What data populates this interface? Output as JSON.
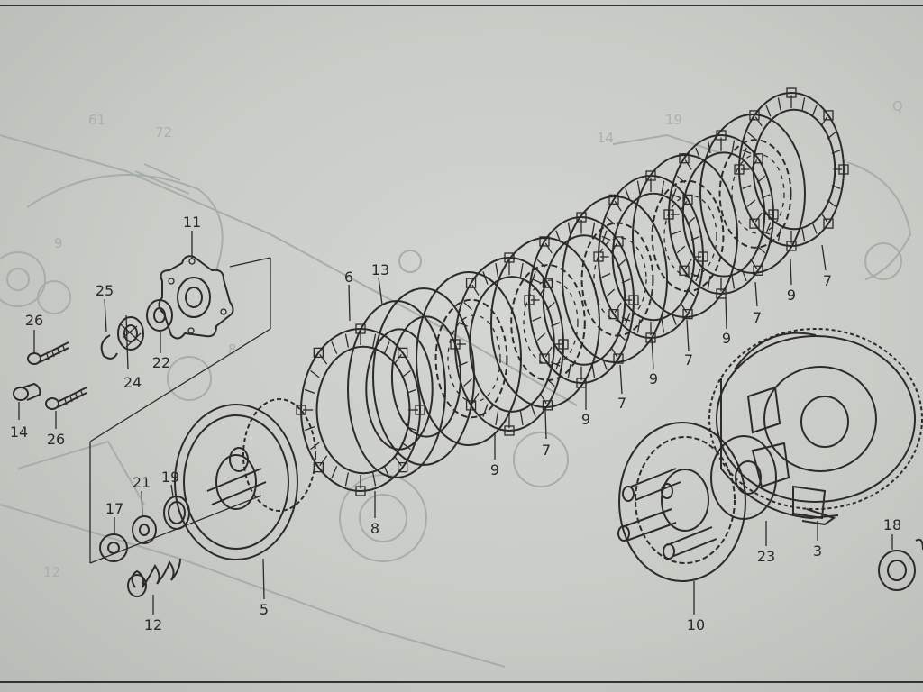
{
  "diagram": {
    "colors": {
      "ink": "#2b2b2b",
      "paper": "#cfd1cc",
      "ghost": "#a6aeaa"
    },
    "callouts": [
      {
        "id": "c3",
        "text": "3"
      },
      {
        "id": "c5",
        "text": "5"
      },
      {
        "id": "c6",
        "text": "6"
      },
      {
        "id": "c7a",
        "text": "7"
      },
      {
        "id": "c7b",
        "text": "7"
      },
      {
        "id": "c7c",
        "text": "7"
      },
      {
        "id": "c7d",
        "text": "7"
      },
      {
        "id": "c7e",
        "text": "7"
      },
      {
        "id": "c8",
        "text": "8"
      },
      {
        "id": "c9a",
        "text": "9"
      },
      {
        "id": "c9b",
        "text": "9"
      },
      {
        "id": "c9c",
        "text": "9"
      },
      {
        "id": "c9d",
        "text": "9"
      },
      {
        "id": "c9e",
        "text": "9"
      },
      {
        "id": "c10",
        "text": "10"
      },
      {
        "id": "c11",
        "text": "11"
      },
      {
        "id": "c12",
        "text": "12"
      },
      {
        "id": "c13",
        "text": "13"
      },
      {
        "id": "c14",
        "text": "14"
      },
      {
        "id": "c17",
        "text": "17"
      },
      {
        "id": "c18",
        "text": "18"
      },
      {
        "id": "c19",
        "text": "19"
      },
      {
        "id": "c21",
        "text": "21"
      },
      {
        "id": "c22",
        "text": "22"
      },
      {
        "id": "c23",
        "text": "23"
      },
      {
        "id": "c24",
        "text": "24"
      },
      {
        "id": "c25",
        "text": "25"
      },
      {
        "id": "c26a",
        "text": "26"
      },
      {
        "id": "c26b",
        "text": "26"
      }
    ]
  }
}
